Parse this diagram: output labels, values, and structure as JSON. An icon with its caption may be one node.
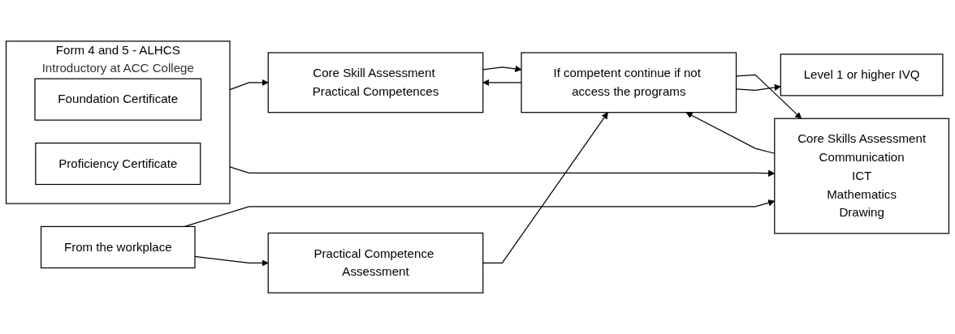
{
  "diagram": {
    "nodes": [
      {
        "text": [
          "Form 4 and 5 - ALHCS",
          "Introductory at ACC College"
        ]
      },
      {
        "text": [
          "Foundation Certificate"
        ],
        "in": 0
      },
      {
        "text": [
          "Proficiency Certificate"
        ],
        "in": 0
      },
      {
        "text": [
          "Core Skill Assessment Practical Competences"
        ]
      },
      {
        "text": [
          "Core Skills Assessment",
          "Communication",
          "ICT",
          "Mathematics",
          "Drawing"
        ]
      },
      {
        "text": [
          "If competent continue if not access the programs"
        ]
      },
      {
        "text": [
          "Level 1 or higher IVQ"
        ]
      },
      {
        "text": [
          "From the workplace"
        ]
      },
      {
        "text": [
          "Practical Competence Assessment"
        ]
      }
    ],
    "edges": [
      {
        "from": 0,
        "to": 3,
        "arrow": "to"
      },
      {
        "from": 0,
        "to": 4,
        "arrow": "to"
      },
      {
        "from": 3,
        "to": 5,
        "arrow": "to"
      },
      {
        "from": 4,
        "to": 5,
        "arrow": "to"
      },
      {
        "from": 5,
        "to": 3,
        "arrow": "to"
      },
      {
        "from": 5,
        "to": 4,
        "arrow": "to"
      },
      {
        "from": 5,
        "to": 6,
        "arrow": "to"
      },
      {
        "from": 7,
        "to": 4,
        "arrow": "to"
      },
      {
        "from": 7,
        "to": 8,
        "arrow": "to"
      },
      {
        "from": 8,
        "to": 5,
        "arrow": "to"
      }
    ]
  }
}
